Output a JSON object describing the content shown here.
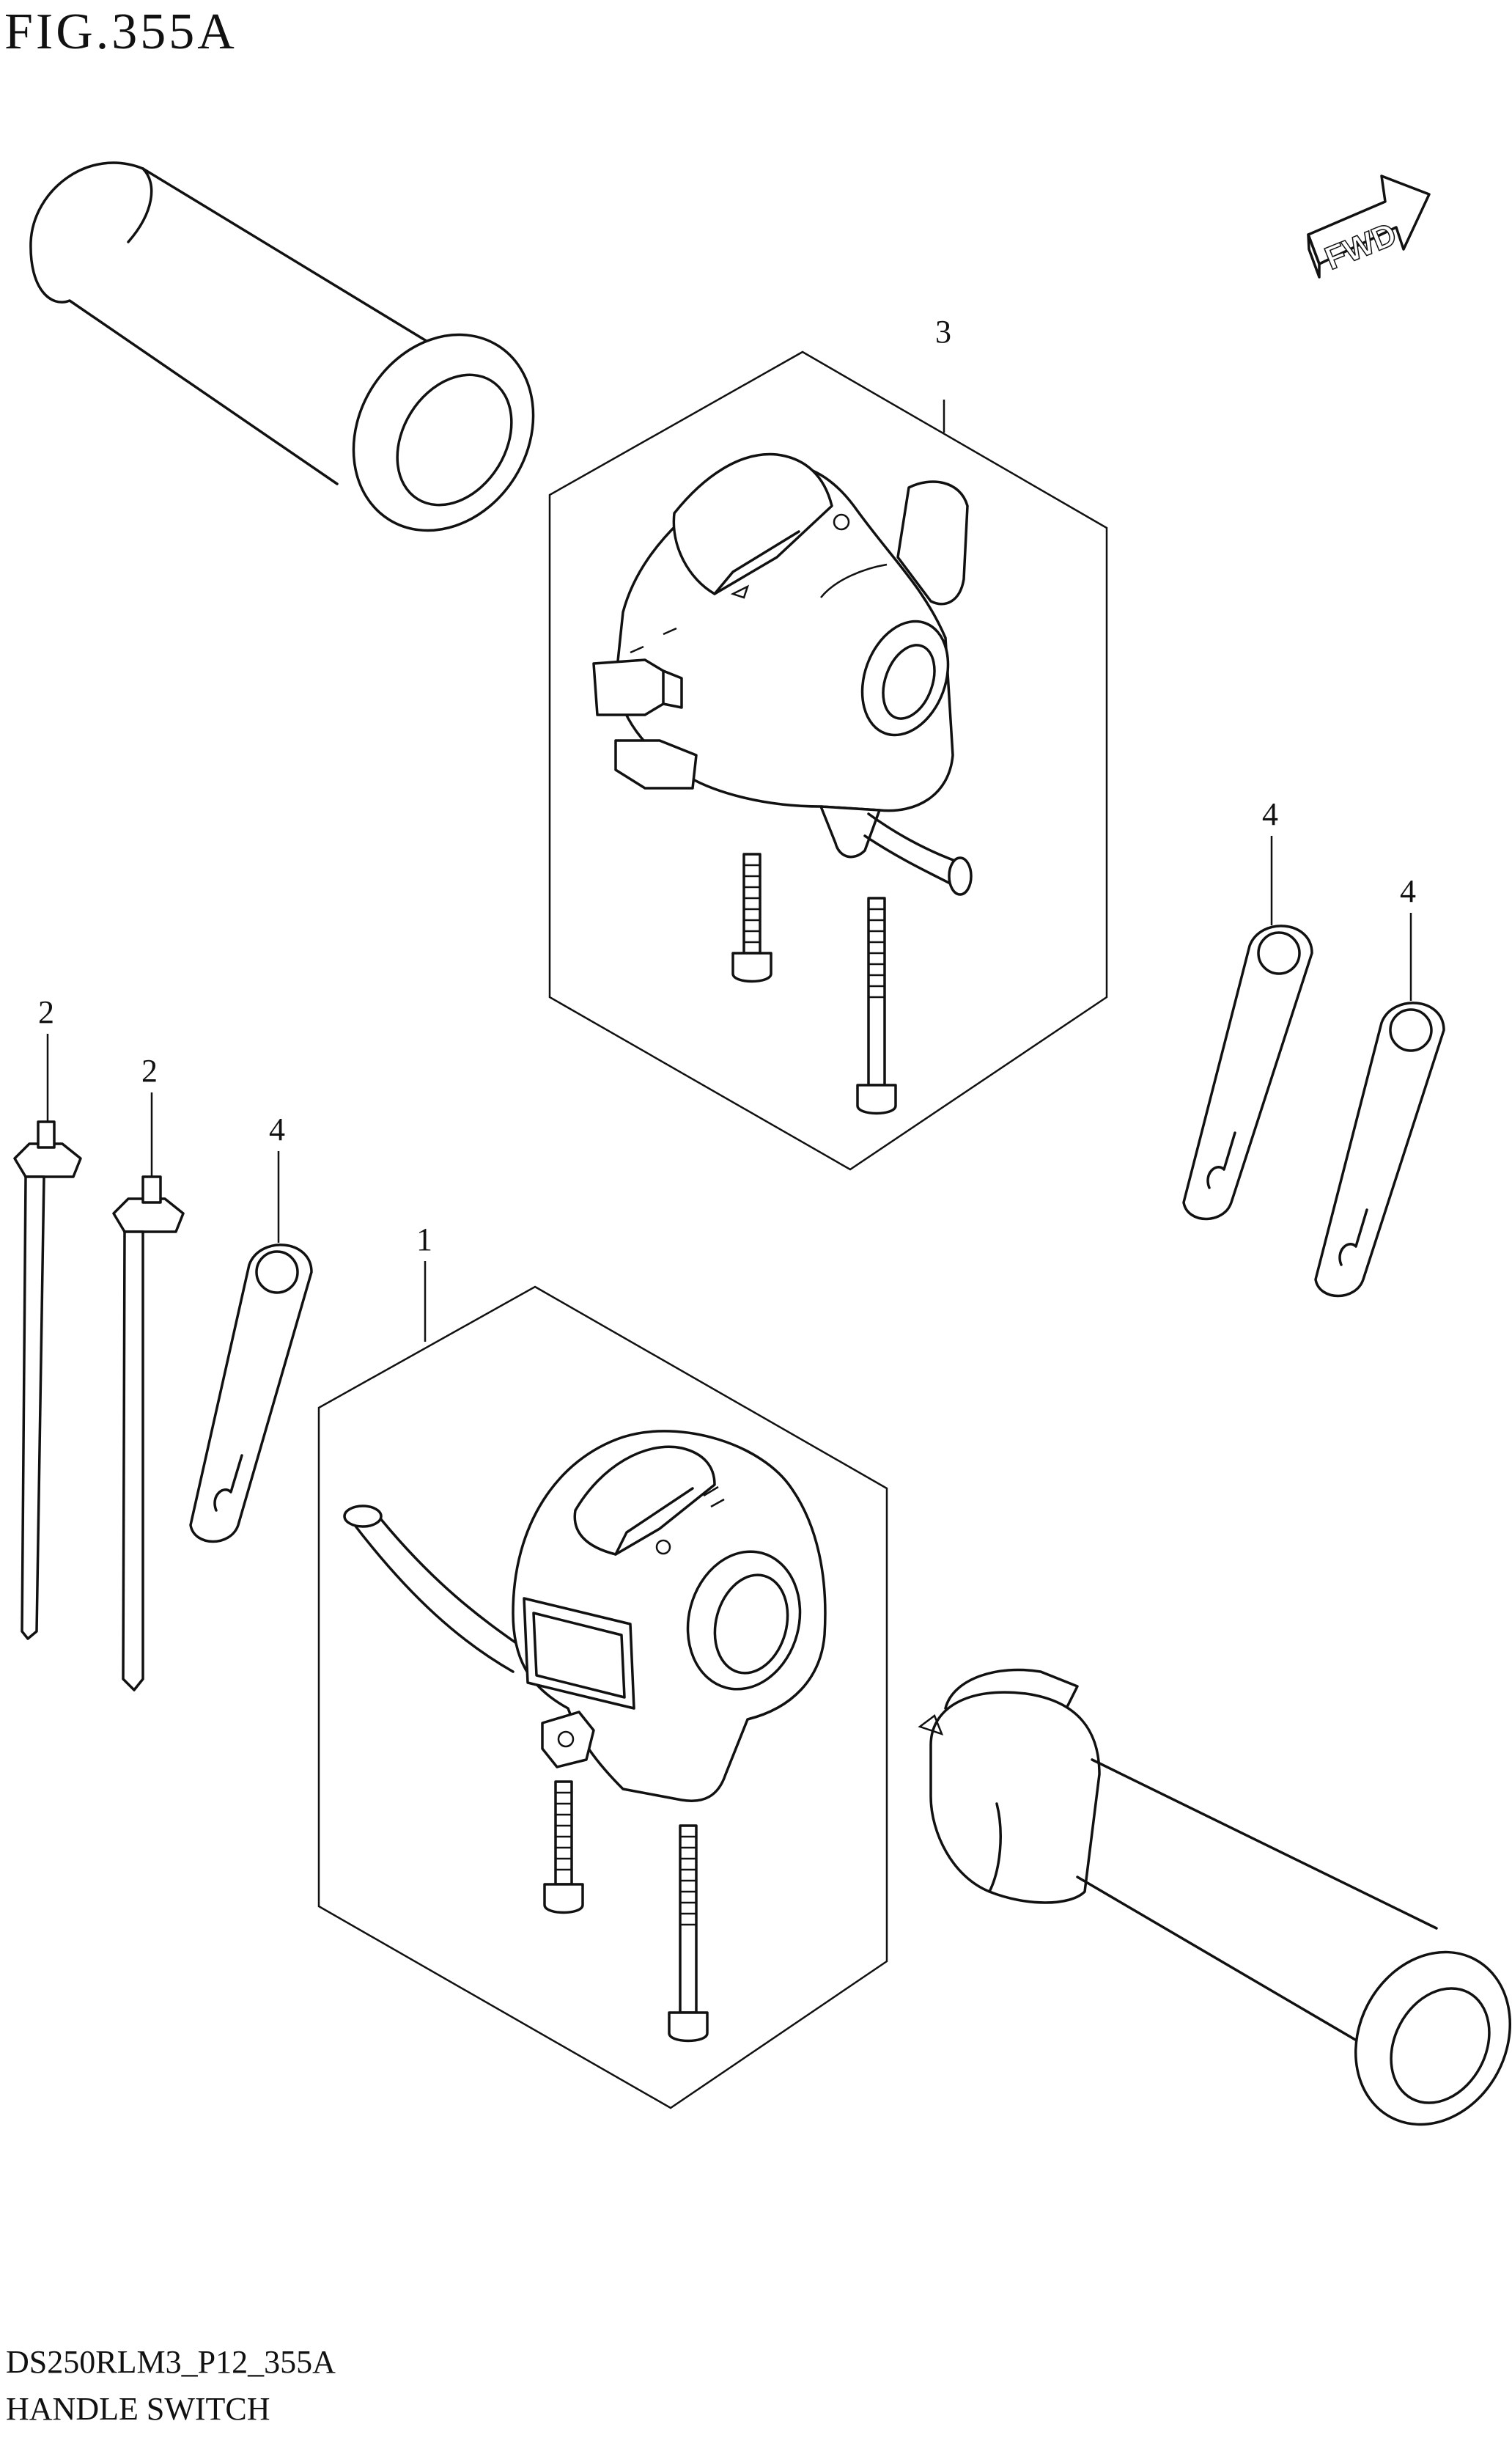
{
  "figure": {
    "title": "FIG.355A"
  },
  "direction_badge": {
    "text": "FWD"
  },
  "callouts": [
    "3",
    "4",
    "4",
    "2",
    "2",
    "4",
    "1"
  ],
  "footer": {
    "code": "DS250RLM3_P12_355A",
    "name": "HANDLE SWITCH"
  }
}
